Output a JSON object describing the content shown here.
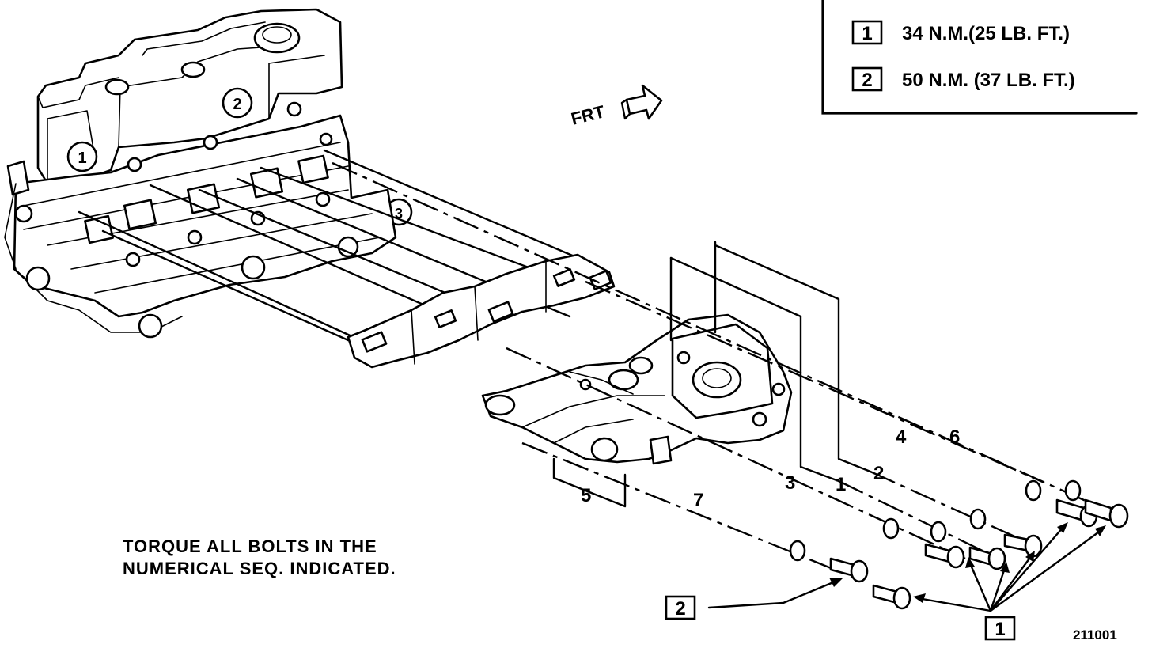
{
  "legend": {
    "items": [
      {
        "key": "1",
        "value": "34 N.M.(25 LB. FT.)"
      },
      {
        "key": "2",
        "value": "50 N.M. (37 LB. FT.)"
      }
    ]
  },
  "direction": {
    "label": "FRT"
  },
  "head_marks": {
    "a": "1",
    "b": "2",
    "c": "3"
  },
  "note": {
    "line1": "TORQUE ALL BOLTS IN THE",
    "line2": "NUMERICAL SEQ. INDICATED."
  },
  "sequence": [
    "1",
    "2",
    "3",
    "4",
    "5",
    "6",
    "7"
  ],
  "callouts": {
    "torque2": "2",
    "torque1": "1"
  },
  "figure_id": "211001"
}
